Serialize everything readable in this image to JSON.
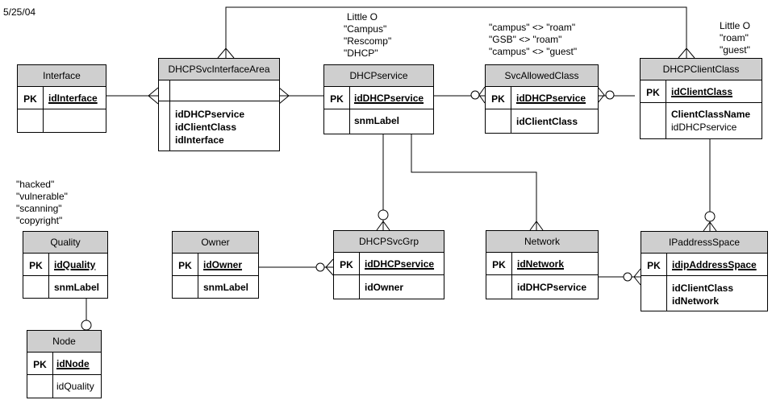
{
  "date": "5/25/04",
  "notes": {
    "dhcpservice": [
      "Little O",
      "\"Campus\"",
      "\"Rescomp\"",
      "\"DHCP\""
    ],
    "svcallowed": [
      "\"campus\" <> \"roam\"",
      "\"GSB\" <> \"roam\"",
      "\"campus\" <> \"guest\""
    ],
    "clientclass": [
      "Little O",
      "\"roam\"",
      "\"guest\""
    ],
    "quality": [
      "\"hacked\"",
      "\"vulnerable\"",
      "\"scanning\"",
      "\"copyright\""
    ]
  },
  "pk_label": "PK",
  "entities": {
    "interface": {
      "name": "Interface",
      "pk": "idInterface",
      "attrs": []
    },
    "dhcpsvcinterfacearea": {
      "name": "DHCPSvcInterfaceArea",
      "pk": "",
      "attrs": [
        "idDHCPservice",
        "idClientClass",
        "idInterface"
      ]
    },
    "dhcpservice": {
      "name": "DHCPservice",
      "pk": "idDHCPservice",
      "attrs": [
        "snmLabel"
      ]
    },
    "svcallowedclass": {
      "name": "SvcAllowedClass",
      "pk": "idDHCPservice",
      "attrs": [
        "idClientClass"
      ]
    },
    "dhcpclientclass": {
      "name": "DHCPClientClass",
      "pk": "idClientClass",
      "attrs": [
        "ClientClassName",
        "idDHCPservice"
      ]
    },
    "quality": {
      "name": "Quality",
      "pk": "idQuality",
      "attrs": [
        "snmLabel"
      ]
    },
    "owner": {
      "name": "Owner",
      "pk": "idOwner",
      "attrs": [
        "snmLabel"
      ]
    },
    "dhcpsvcgrp": {
      "name": "DHCPSvcGrp",
      "pk": "idDHCPservice",
      "attrs": [
        "idOwner"
      ]
    },
    "network": {
      "name": "Network",
      "pk": "idNetwork",
      "attrs": [
        "idDHCPservice"
      ]
    },
    "ipaddressspace": {
      "name": "IPaddressSpace",
      "pk": "idipAddressSpace",
      "attrs": [
        "idClientClass",
        "idNetwork"
      ]
    },
    "node": {
      "name": "Node",
      "pk": "idNode",
      "attrs": [
        "idQuality"
      ]
    }
  }
}
